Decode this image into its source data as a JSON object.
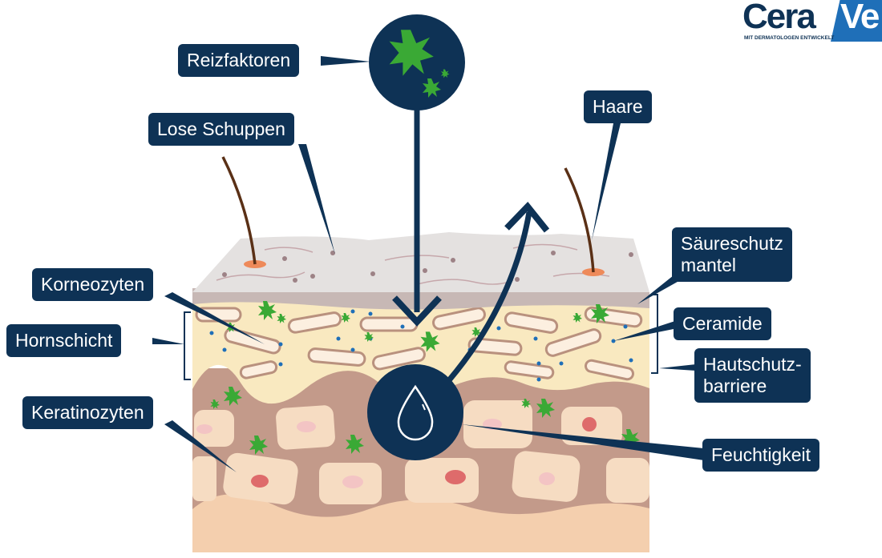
{
  "logo": {
    "brand_left": "Cera",
    "brand_right": "Ve",
    "tagline": "MIT DERMATOLOGEN ENTWICKELT"
  },
  "labels": {
    "reizfaktoren": "Reizfaktoren",
    "lose_schuppen": "Lose Schuppen",
    "haare": "Haare",
    "saeureschutz_line1": "Säureschutz",
    "saeureschutz_line2": "mantel",
    "korneozyten": "Korneozyten",
    "ceramide": "Ceramide",
    "hornschicht": "Hornschicht",
    "hautschutz_line1": "Hautschutz-",
    "hautschutz_line2": "barriere",
    "keratinozyten": "Keratinozyten",
    "feuchtigkeit": "Feuchtigkeit"
  },
  "colors": {
    "navy": "#0e3255",
    "green": "#3aa935",
    "gray_layer": "#e4e1e0",
    "horny_layer": "#f9e9c0",
    "dermis": "#c39a8a",
    "cell": "#f6dcc2",
    "bottom": "#f4cfae",
    "brand_blue": "#1f6fb8"
  }
}
